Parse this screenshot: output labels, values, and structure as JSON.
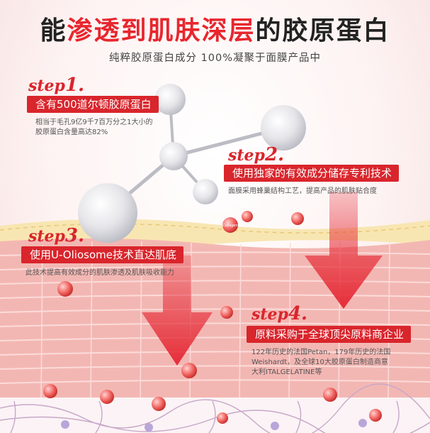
{
  "header": {
    "title_part1": "能",
    "title_highlight": "渗透到肌肤深层",
    "title_part2": "的胶原蛋白",
    "subtitle": "纯粹胶原蛋白成分  100%凝聚于面膜产品中"
  },
  "steps": [
    {
      "label": "step",
      "num": "1.",
      "banner": "含有500道尔顿胶原蛋白",
      "desc_line1": "相当于毛孔9亿9千7百万分之1大小的",
      "desc_line2": "胶原蛋白含量高达82%"
    },
    {
      "label": "step",
      "num": "2.",
      "banner": "使用独家的有效成分储存专利技术",
      "desc_line1": "面膜采用蜂巢结构工艺，提高产品的肌肤贴合度"
    },
    {
      "label": "step",
      "num": "3.",
      "banner": "使用U-Oliosome技术直达肌底",
      "desc_line1": "此技术提高有效成分的肌肤渗透及肌肤吸收能力"
    },
    {
      "label": "step",
      "num": "4.",
      "banner": "原料采购于全球顶尖原料商企业",
      "desc_line1": "122年历史的法国Petan，179年历史的法国",
      "desc_line2": "Weishardt，及全球10大胶原蛋白制造商意",
      "desc_line3": "大利ITALGELATINE等"
    }
  ],
  "particle_label": "Collagen",
  "colors": {
    "accent": "#d9252c",
    "skin_band": "#f2b6b2",
    "yellow_layer": "#f7e3a8",
    "arrow": "#e52632"
  }
}
